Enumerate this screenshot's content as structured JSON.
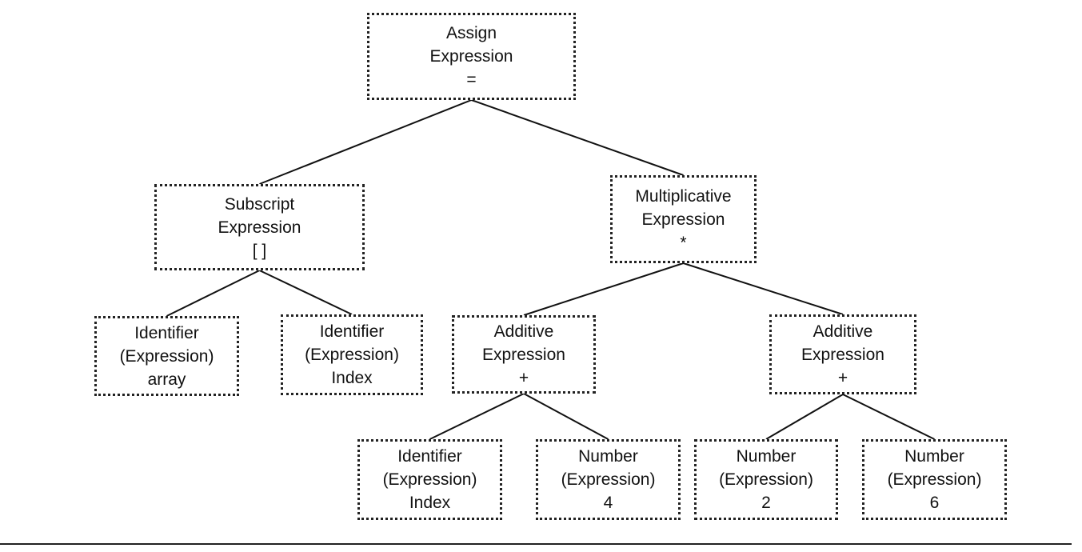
{
  "tree": {
    "root": {
      "type": "Assign",
      "kind": "Expression",
      "op": "="
    },
    "subscript": {
      "type": "Subscript",
      "kind": "Expression",
      "op": "[ ]"
    },
    "mult": {
      "type": "Multiplicative",
      "kind": "Expression",
      "op": "*"
    },
    "id_array": {
      "type": "Identifier",
      "kind": "(Expression)",
      "value": "array"
    },
    "id_index_1": {
      "type": "Identifier",
      "kind": "(Expression)",
      "value": "Index"
    },
    "add_left": {
      "type": "Additive",
      "kind": "Expression",
      "op": "+"
    },
    "add_right": {
      "type": "Additive",
      "kind": "Expression",
      "op": "+"
    },
    "id_index_2": {
      "type": "Identifier",
      "kind": "(Expression)",
      "value": "Index"
    },
    "num_4": {
      "type": "Number",
      "kind": "(Expression)",
      "value": "4"
    },
    "num_2": {
      "type": "Number",
      "kind": "(Expression)",
      "value": "2"
    },
    "num_6": {
      "type": "Number",
      "kind": "(Expression)",
      "value": "6"
    }
  },
  "edges": [
    [
      "root",
      "subscript"
    ],
    [
      "root",
      "mult"
    ],
    [
      "subscript",
      "id_array"
    ],
    [
      "subscript",
      "id_index_1"
    ],
    [
      "mult",
      "add_left"
    ],
    [
      "mult",
      "add_right"
    ],
    [
      "add_left",
      "id_index_2"
    ],
    [
      "add_left",
      "num_4"
    ],
    [
      "add_right",
      "num_2"
    ],
    [
      "add_right",
      "num_6"
    ]
  ]
}
